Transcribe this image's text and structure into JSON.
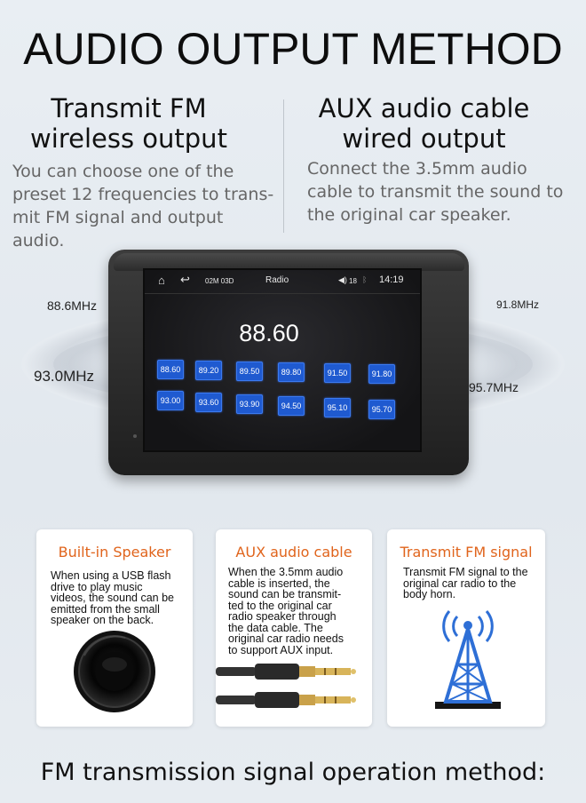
{
  "title": "AUDIO OUTPUT METHOD",
  "fm_section": {
    "heading_line1": "Transmit FM",
    "heading_line2": "wireless output",
    "desc_line1": "You can choose one of the",
    "desc_line2": "preset 12 frequencies to trans-",
    "desc_line3": "mit FM signal and output audio."
  },
  "aux_section": {
    "heading_line1": "AUX audio cable",
    "heading_line2": "wired output",
    "desc_line1": "Connect the 3.5mm audio",
    "desc_line2": "cable to transmit the sound to",
    "desc_line3": "the original car speaker."
  },
  "halo_labels": {
    "left_top": "88.6MHz",
    "left_bottom": "93.0MHz",
    "right_top": "91.8MHz",
    "right_bottom": "95.7MHz"
  },
  "device": {
    "status_date": "02M 03D",
    "status_title": "Radio",
    "volume": "18",
    "time": "14:19",
    "current_frequency": "88.60",
    "presets_row1": [
      "88.60",
      "89.20",
      "89.50",
      "89.80",
      "91.50",
      "91.80"
    ],
    "presets_row2": [
      "93.00",
      "93.60",
      "93.90",
      "94.50",
      "95.10",
      "95.70"
    ]
  },
  "cards": [
    {
      "title": "Built-in Speaker",
      "lines": [
        "When using a USB flash",
        "drive to play music",
        "videos, the sound can be",
        "emitted from the small",
        "speaker on the back."
      ],
      "icon": "speaker-icon"
    },
    {
      "title": "AUX audio cable",
      "lines": [
        "When the 3.5mm audio",
        "cable is inserted, the",
        "sound can be transmit-",
        "ted to the original car",
        "radio speaker through",
        "the data cable. The",
        "original car radio needs",
        "to support AUX input."
      ],
      "icon": "aux-cable-icon"
    },
    {
      "title": "Transmit FM signal",
      "lines": [
        "Transmit FM signal to the",
        "original car radio to the",
        "body horn."
      ],
      "icon": "radio-tower-icon"
    }
  ],
  "footer": "FM transmission signal operation method:",
  "colors": {
    "accent_orange": "#e0641c",
    "preset_blue": "#1f5ad0",
    "tower_blue": "#2e6fd6"
  }
}
